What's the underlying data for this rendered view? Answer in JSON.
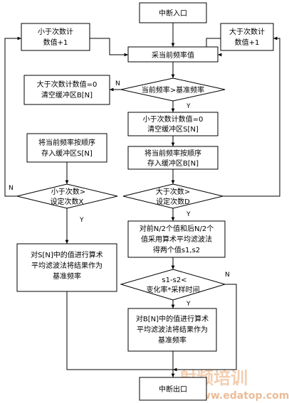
{
  "nodes": {
    "start": [
      "中断入口"
    ],
    "left_counter": [
      "小于次数计",
      "数值+1"
    ],
    "right_counter": [
      "大于次数计",
      "数值+1"
    ],
    "sample": [
      "采当前频率值"
    ],
    "compare_freq": [
      "当前频率>基准频率"
    ],
    "clear_b": [
      "大于次数计数值=0",
      "清空缓冲区B[N]"
    ],
    "clear_s": [
      "小于次数计数值=0",
      "清空缓冲区S[N]"
    ],
    "store_s": [
      "将当前频率按顺序",
      "存入缓冲区S[N]"
    ],
    "store_b": [
      "将当前频率按顺序",
      "存入缓冲区B[N]"
    ],
    "less_check": [
      "小于次数>",
      "设定次数X"
    ],
    "greater_check": [
      "大于次数>",
      "设定次数D"
    ],
    "avg_halves": [
      "对前N/2个值和后N/2个",
      "值采用算术平均滤波法",
      "得两个值s1,s2"
    ],
    "avg_s": [
      "对S[N]中的值进行算术",
      "平均滤波法将结果作为",
      "基准频率"
    ],
    "diff_check": [
      "s1-s2<",
      "变化率*采样时间"
    ],
    "avg_b": [
      "对B[N]中的值进行算术",
      "平均滤波法将结果作为",
      "基准频率"
    ],
    "end": [
      "中断出口"
    ]
  },
  "labels": {
    "compare_no": "N",
    "compare_yes": "Y",
    "less_no": "N",
    "less_yes": "Y",
    "greater_yes": "Y",
    "diff_no": "N",
    "diff_yes": "Y"
  },
  "watermark": {
    "text": "射频培训",
    "url": "www.edatop.com"
  }
}
